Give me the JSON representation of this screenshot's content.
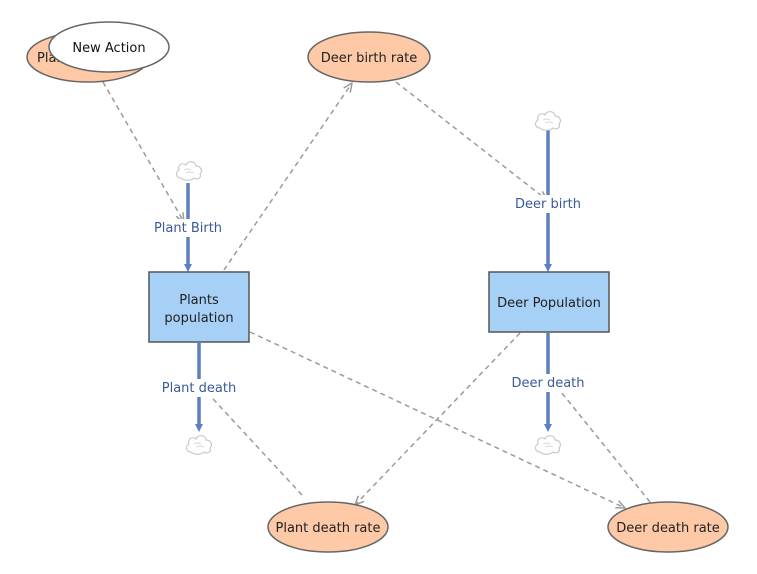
{
  "diagram": {
    "stocks": [
      {
        "id": "plants",
        "lines": [
          "Plants",
          "population"
        ]
      },
      {
        "id": "deer",
        "lines": [
          "Deer Population"
        ]
      }
    ],
    "variables": [
      {
        "id": "plant_birth_rate",
        "label": "Plant birth rate"
      },
      {
        "id": "deer_birth_rate",
        "label": "Deer birth rate"
      },
      {
        "id": "plant_death_rate",
        "label": "Plant death rate"
      },
      {
        "id": "deer_death_rate",
        "label": "Deer death rate"
      }
    ],
    "flows": [
      {
        "id": "plant_birth",
        "label": "Plant Birth"
      },
      {
        "id": "plant_death",
        "label": "Plant death"
      },
      {
        "id": "deer_birth",
        "label": "Deer birth"
      },
      {
        "id": "deer_death",
        "label": "Deer death"
      }
    ],
    "popup": {
      "label": "New Action"
    },
    "colors": {
      "stock_fill": "#a6d0f5",
      "stock_stroke": "#555555",
      "variable_fill": "#fdc9a6",
      "variable_stroke": "#666666",
      "flow_line": "#5b7fbf",
      "flow_text": "#3a5a98",
      "link_line": "#9a9a9a"
    },
    "icons": {
      "cloud": "cloud-icon"
    }
  }
}
